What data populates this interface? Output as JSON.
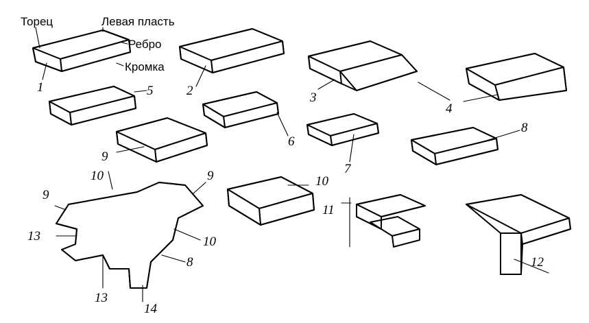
{
  "labels": {
    "end": "Торец",
    "left_face": "Левая пласть",
    "rib": "Ребро",
    "edge": "Кромка"
  },
  "numbers": [
    "1",
    "2",
    "3",
    "4",
    "5",
    "6",
    "7",
    "8",
    "9",
    "10",
    "11",
    "12",
    "13",
    "14"
  ]
}
